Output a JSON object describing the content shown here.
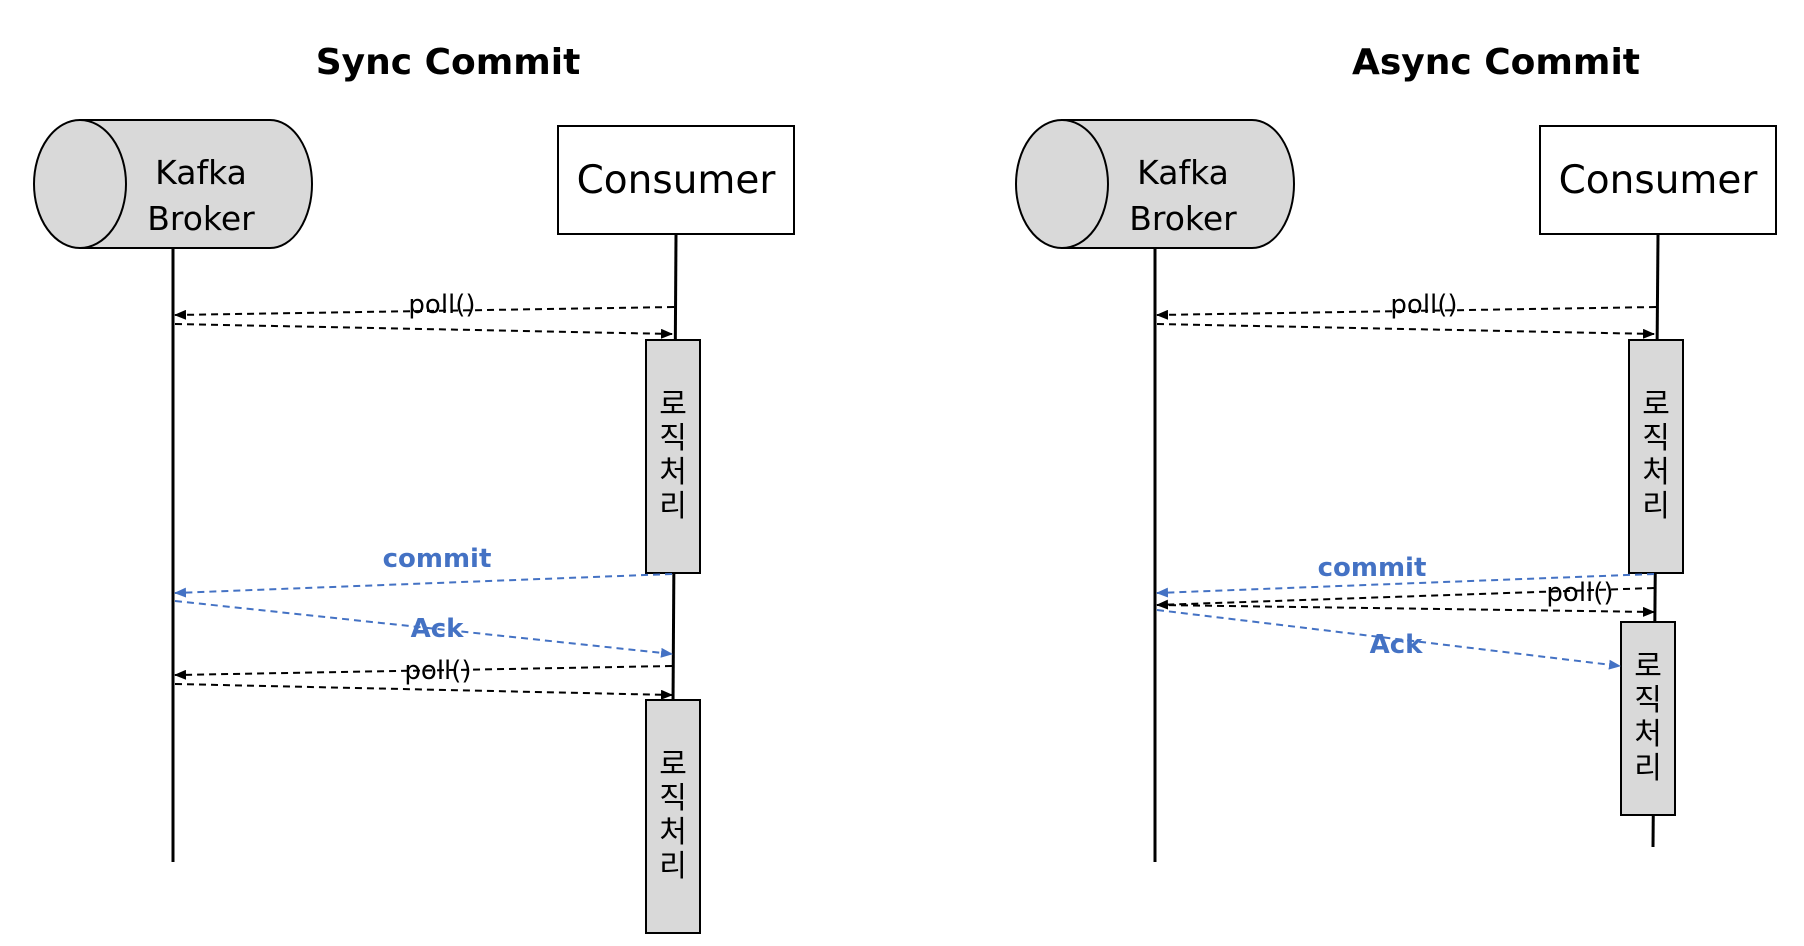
{
  "colors": {
    "line": "#000000",
    "accent": "#4472C4",
    "fill": "#D9D9D9"
  },
  "sync": {
    "title": "Sync Commit",
    "broker": {
      "line1": "Kafka",
      "line2": "Broker"
    },
    "consumer": "Consumer",
    "activity1": "로직처리",
    "activity2": "로직처리",
    "messages": {
      "poll1": "poll()",
      "commit": "commit",
      "ack": "Ack",
      "poll2": "poll()"
    }
  },
  "async": {
    "title": "Async Commit",
    "broker": {
      "line1": "Kafka",
      "line2": "Broker"
    },
    "consumer": "Consumer",
    "activity1": "로직처리",
    "activity2": "로직처리",
    "messages": {
      "poll1": "poll()",
      "commit": "commit",
      "poll2": "poll()",
      "ack": "Ack"
    }
  }
}
